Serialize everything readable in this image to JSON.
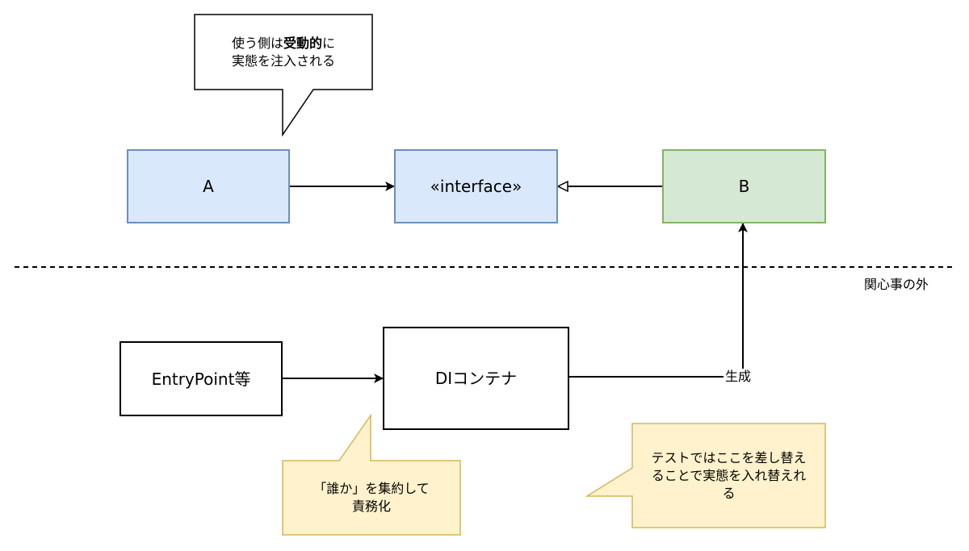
{
  "colors": {
    "blue_fill": "#dae8fc",
    "blue_stroke": "#6c8ebf",
    "green_fill": "#d5e8d4",
    "green_stroke": "#82b366",
    "note_fill": "#fff2cc",
    "note_stroke": "#d6b656",
    "black": "#000000",
    "white": "#ffffff"
  },
  "nodes": {
    "a": {
      "label": "A"
    },
    "interface": {
      "label": "«interface»"
    },
    "b": {
      "label": "B"
    },
    "entry": {
      "label": "EntryPoint等"
    },
    "di": {
      "label": "DIコンテナ"
    }
  },
  "callouts": {
    "top": {
      "pre": "使う側は",
      "bold": "受動的",
      "post": "に\n実態を注入される"
    },
    "gather": {
      "text": "「誰か」を集約して\n責務化"
    },
    "test": {
      "text": "テストではここを差し替え\nることで実態を入れ替えれ\nる"
    }
  },
  "edges": {
    "di_to_b": {
      "label": "生成"
    }
  },
  "boundary": {
    "label": "関心事の外"
  }
}
